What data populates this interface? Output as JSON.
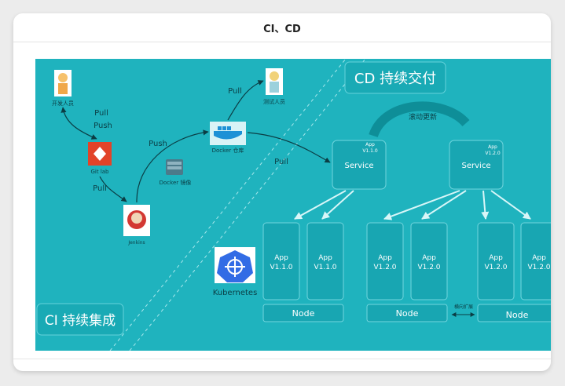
{
  "window": {
    "title": "CI、CD"
  },
  "diagram": {
    "ci_title": "CI 持续集成",
    "cd_title": "CD 持续交付",
    "rolling_update": "滚动更新",
    "developer": "开发人员",
    "tester": "测试人员",
    "gitlab": "Git lab",
    "jenkins": "Jenkins",
    "docker_image": "Docker 镜像",
    "docker_registry": "Docker 仓库",
    "kubernetes": "Kubernetes",
    "horizontal_scale": "横向扩展",
    "edges": {
      "dev_git_pull": "Pull",
      "dev_git_push": "Push",
      "git_jenkins_pull": "Pull",
      "jenkins_registry_push": "Push",
      "registry_tester_pull": "Pull",
      "registry_service_pull": "Pull"
    },
    "services": [
      {
        "label": "Service",
        "app": "App",
        "version": "V1.1.0"
      },
      {
        "label": "Service",
        "app": "App",
        "version": "V1.2.0"
      }
    ],
    "pods": [
      {
        "app": "App",
        "version": "V1.1.0"
      },
      {
        "app": "App",
        "version": "V1.1.0"
      },
      {
        "app": "App",
        "version": "V1.2.0"
      },
      {
        "app": "App",
        "version": "V1.2.0"
      },
      {
        "app": "App",
        "version": "V1.2.0"
      },
      {
        "app": "App",
        "version": "V1.2.0"
      }
    ],
    "nodes": [
      "Node",
      "Node",
      "Node"
    ]
  },
  "colors": {
    "background": "#1fb3be",
    "box": "#18a6b2",
    "title_box": "#19aab5",
    "arrow": "#0b3d44",
    "jenkins_red": "#d33833",
    "kubernetes_blue": "#326ce5",
    "docker_blue": "#1d91d6"
  },
  "icons": [
    "developer-icon",
    "tester-icon",
    "gitlab-icon",
    "jenkins-icon",
    "docker-image-icon",
    "docker-registry-icon",
    "kubernetes-icon"
  ]
}
